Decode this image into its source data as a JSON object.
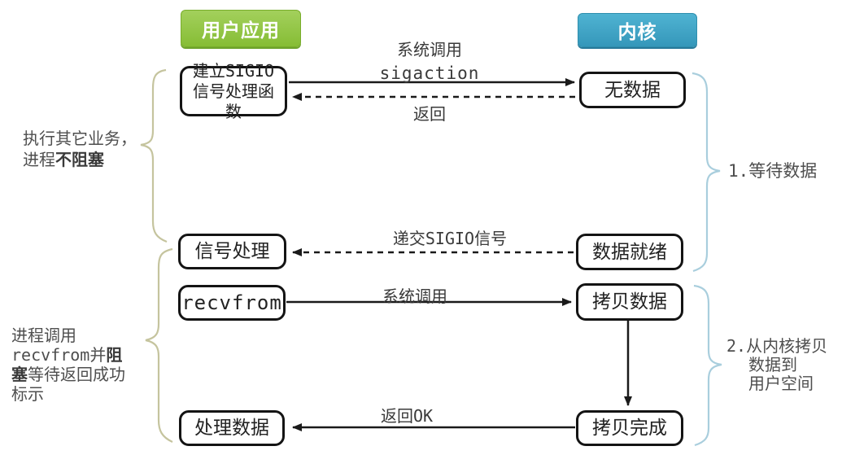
{
  "headers": {
    "user_app": "用户应用",
    "kernel": "内核"
  },
  "boxes": {
    "setup_sigio": "建立SIGIO信号处理函数",
    "no_data": "无数据",
    "signal_handle": "信号处理",
    "data_ready": "数据就绪",
    "recvfrom": "recvfrom",
    "copy_data": "拷贝数据",
    "process_data": "处理数据",
    "copy_done": "拷贝完成"
  },
  "arrow_labels": {
    "syscall_line1": "系统调用",
    "syscall_line2": "sigaction",
    "return": "返回",
    "deliver_sigio": "递交SIGIO信号",
    "syscall2": "系统调用",
    "return_ok": "返回OK"
  },
  "notes": {
    "left1": {
      "line1": "执行其它业务，",
      "line2_normal": "进程",
      "line2_bold": "不阻塞"
    },
    "left2": {
      "line1": "进程调用",
      "line2_normal": "recvfrom并",
      "line2_bold": "阻",
      "line3_bold": "塞",
      "line3_normal": "等待返回成功",
      "line4": "标示"
    },
    "right1": "1.等待数据",
    "right2": {
      "line1": "2.从内核拷贝",
      "line2": "数据到",
      "line3": "用户空间"
    }
  },
  "colors": {
    "user_app_green": "#8ec341",
    "kernel_blue": "#3aa2c4",
    "left_brace": "#c5c49e",
    "right_brace": "#a9cedd",
    "arrow_black": "#1a1a1a"
  }
}
